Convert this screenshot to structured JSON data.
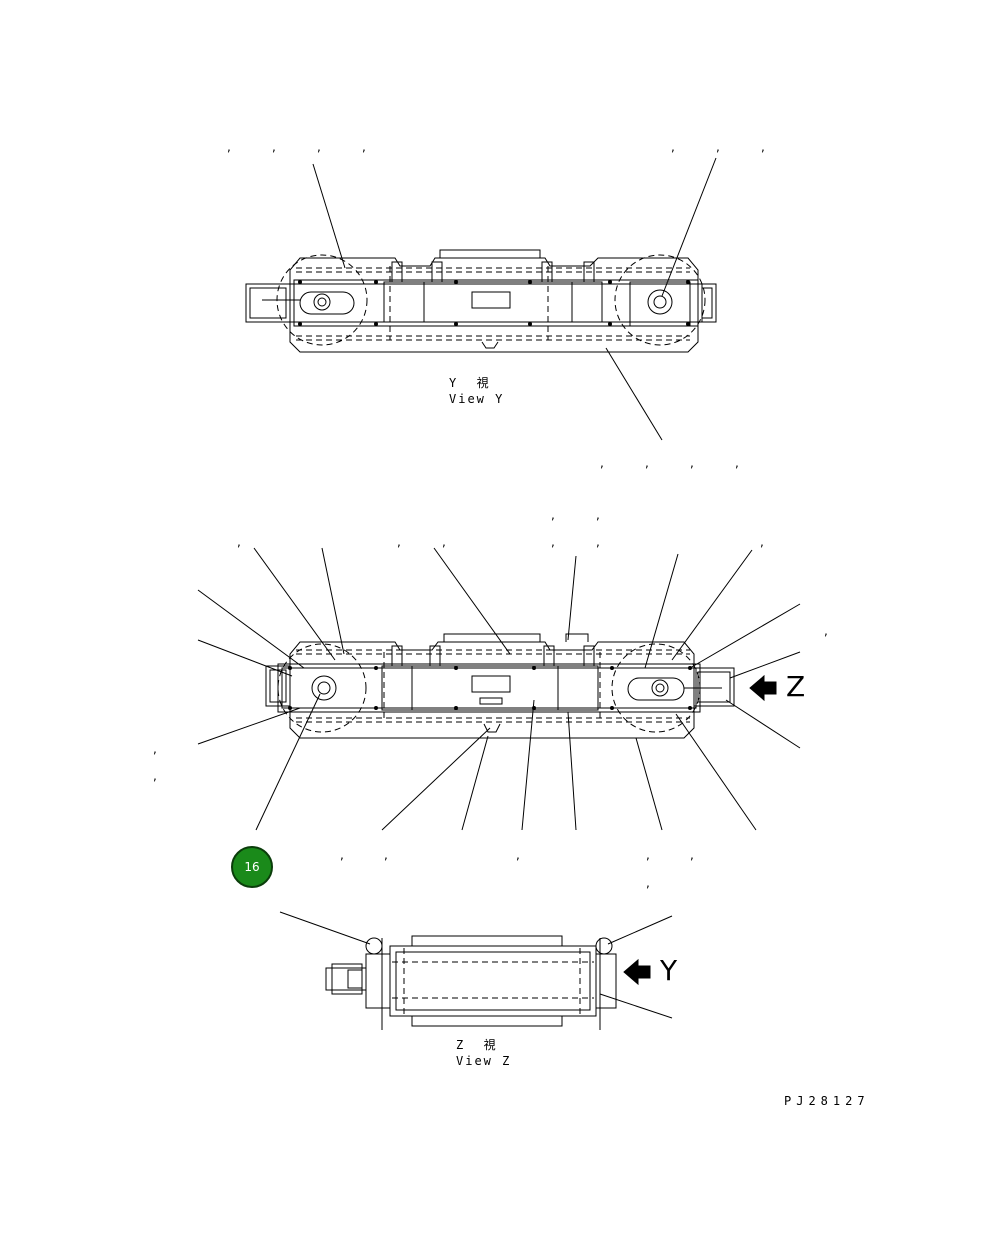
{
  "views": {
    "y": {
      "caption_jp": "Y  視",
      "caption_en": "View Y"
    },
    "z": {
      "caption_jp": "Z  視",
      "caption_en": "View Z"
    }
  },
  "arrows": {
    "z_label": "Z",
    "y_label": "Y"
  },
  "badge": {
    "number": "16",
    "color": "#1a8a1a"
  },
  "drawing_code": "PJ28127",
  "comma": ","
}
